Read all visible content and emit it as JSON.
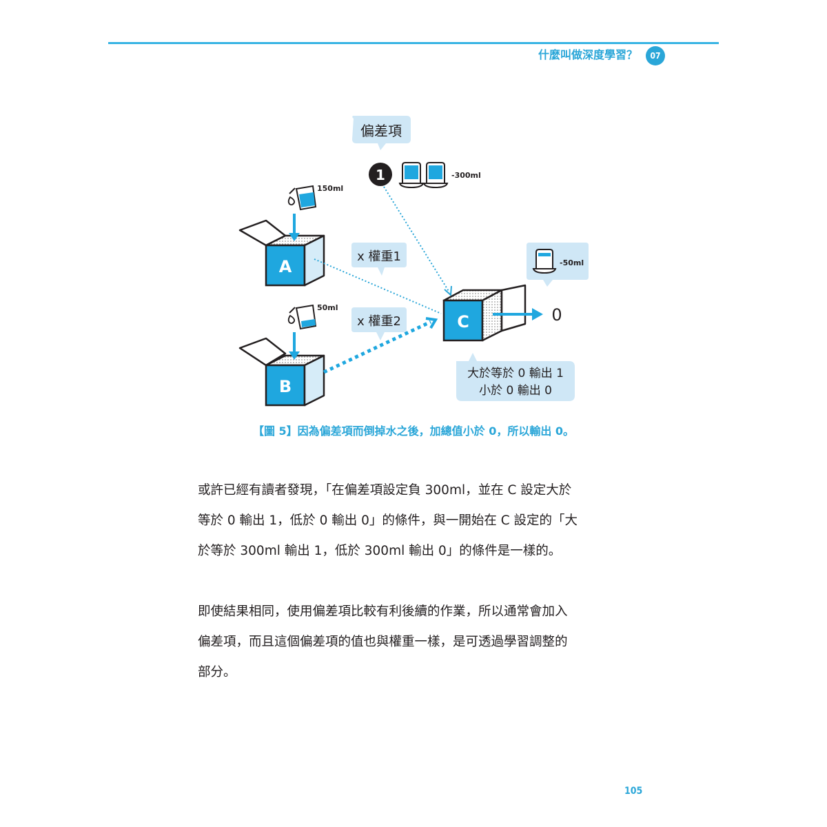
{
  "header": {
    "running_title": "什麼叫做深度學習？",
    "chapter_number": "07"
  },
  "figure": {
    "bias_label": "偏差項",
    "bias_input": "1",
    "bias_amount": "-300ml",
    "input_a": {
      "label": "A",
      "amount": "150ml"
    },
    "input_b": {
      "label": "B",
      "amount": "50ml"
    },
    "weight_1_label": "x 權重1",
    "weight_2_label": "x 權重2",
    "node_c": "C",
    "sum_amount": "-50ml",
    "output_value": "0",
    "rule_line_1": "大於等於 0 輸出 1",
    "rule_line_2": "小於 0 輸出 0",
    "caption": "【圖 5】因為偏差項而倒掉水之後，加總值小於 0，所以輸出 0。"
  },
  "body": {
    "paragraph_1": [
      "或許已經有讀者發現，「在偏差項設定負 300ml，並在 C 設定大於",
      "等於 0 輸出 1，低於 0 輸出 0」的條件，與一開始在 C 設定的「大",
      "於等於 300ml 輸出 1，低於 300ml 輸出 0」的條件是一樣的。"
    ],
    "paragraph_2": [
      "即使結果相同，使用偏差項比較有利後續的作業，所以通常會加入",
      "偏差項，而且這個偏差項的值也與權重一樣，是可透過學習調整的",
      "部分。"
    ]
  },
  "footer": {
    "page_number": "105"
  },
  "colors": {
    "accent": "#2aa6d8",
    "cyan_box": "#1fa7df",
    "light_box": "#d6ecf8",
    "bubble": "#cfe7f6",
    "ink": "#231f20"
  },
  "icons": {
    "pour": "water-pouring-beaker-icon",
    "cup": "water-cup-icon",
    "arrow": "arrow-right-icon"
  }
}
